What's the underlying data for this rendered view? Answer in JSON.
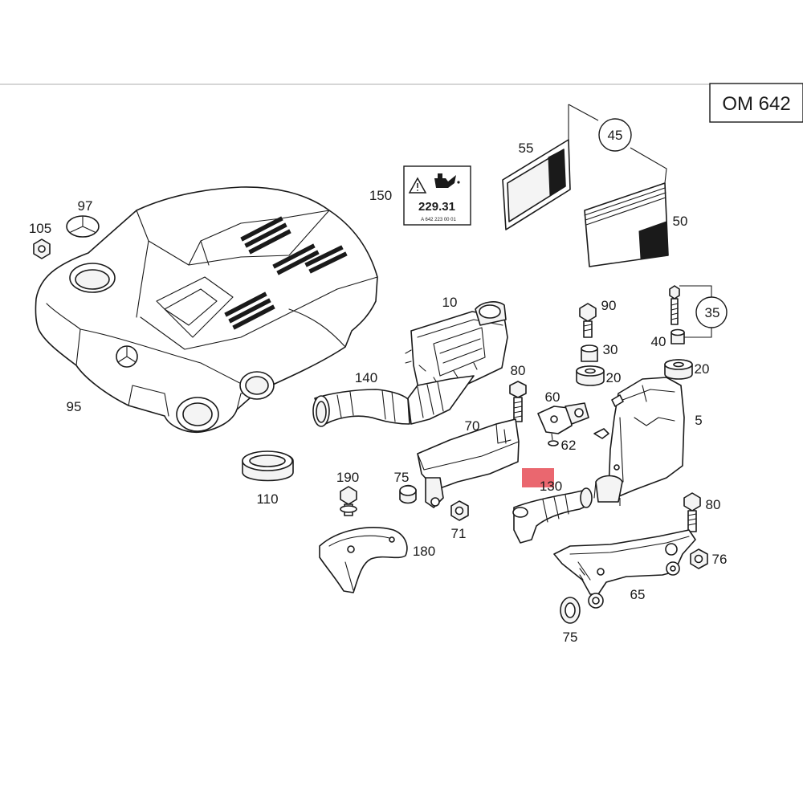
{
  "diagram": {
    "engine_code": "OM 642",
    "labels": {
      "p5": "5",
      "p10": "10",
      "p20a": "20",
      "p20b": "20",
      "p30": "30",
      "p35": "35",
      "p40": "40",
      "p45": "45",
      "p50": "50",
      "p55": "55",
      "p60": "60",
      "p62": "62",
      "p65": "65",
      "p70": "70",
      "p71": "71",
      "p75a": "75",
      "p75b": "75",
      "p76": "76",
      "p80a": "80",
      "p80b": "80",
      "p90": "90",
      "p95": "95",
      "p97": "97",
      "p105": "105",
      "p110": "110",
      "p130": "130",
      "p140": "140",
      "p150": "150",
      "p180": "180",
      "p190": "190"
    },
    "oil_label": {
      "spec": "229.31",
      "part_no": "A 642 223 00 01"
    },
    "highlight_color": "#e8575f"
  }
}
